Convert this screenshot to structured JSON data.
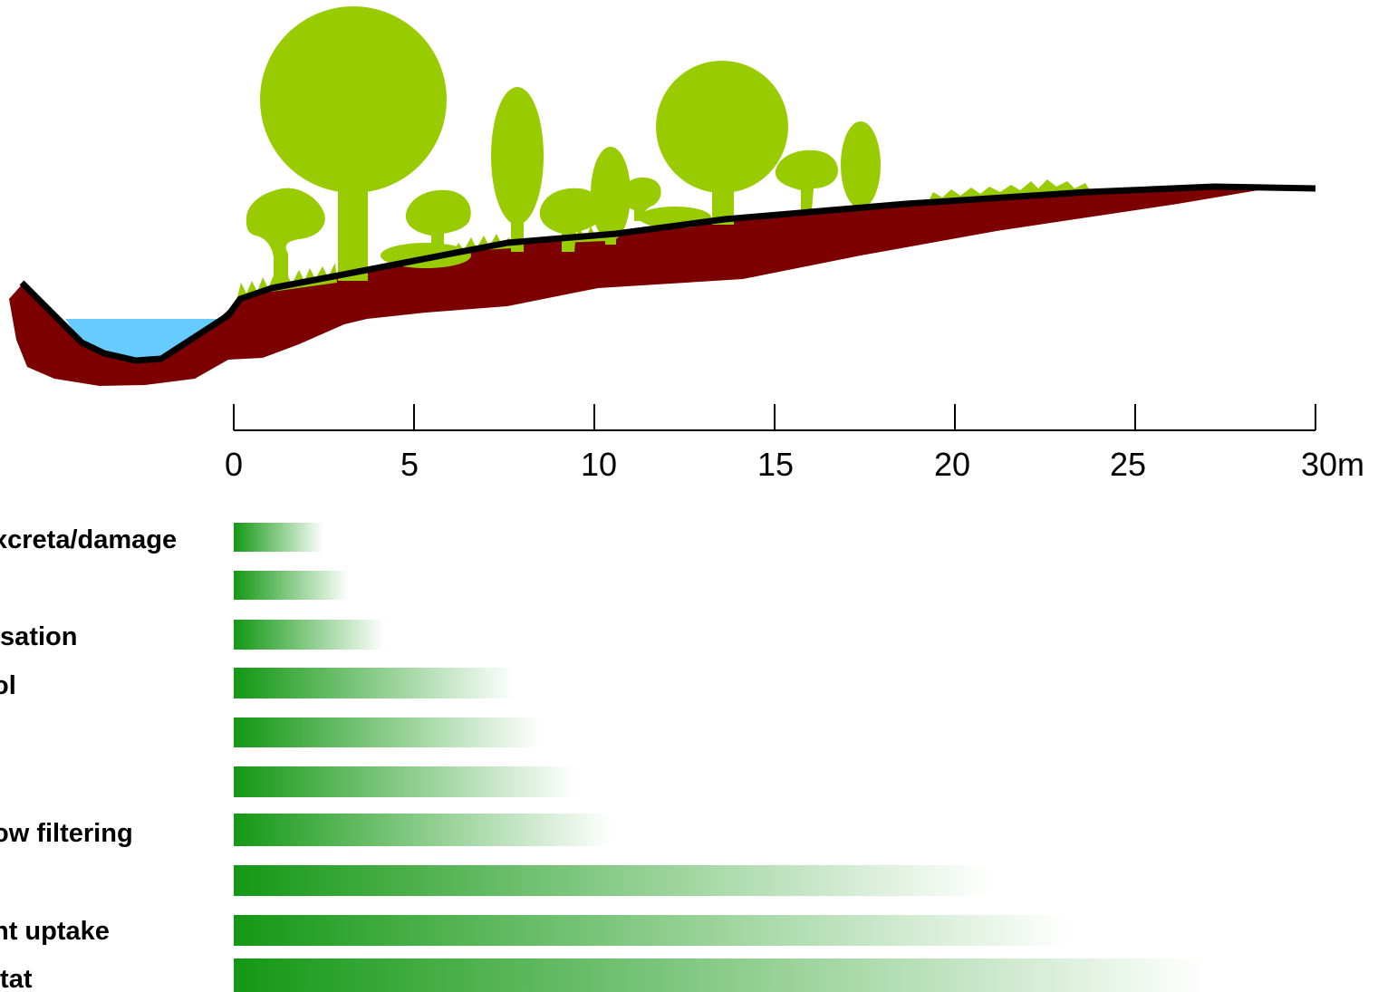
{
  "colors": {
    "vegetation": "#99cc00",
    "soil": "#7d0000",
    "water": "#66ccff",
    "ground_line": "#000000",
    "bar_start": "#149814",
    "axis": "#000000"
  },
  "axis": {
    "ticks": [
      "0",
      "5",
      "10",
      "15",
      "20",
      "25",
      "30m"
    ]
  },
  "functions": [
    {
      "label": "xcreta/damage",
      "extent_m": 2.5
    },
    {
      "label": "",
      "extent_m": 3.2
    },
    {
      "label": "lsation",
      "extent_m": 4.2
    },
    {
      "label": "ol",
      "extent_m": 7.8
    },
    {
      "label": "",
      "extent_m": 8.5
    },
    {
      "label": "",
      "extent_m": 9.5
    },
    {
      "label": "ow filtering",
      "extent_m": 10.5
    },
    {
      "label": "",
      "extent_m": 21.0
    },
    {
      "label": "nt uptake",
      "extent_m": 23.2
    },
    {
      "label": "itat",
      "extent_m": 27.0
    }
  ]
}
